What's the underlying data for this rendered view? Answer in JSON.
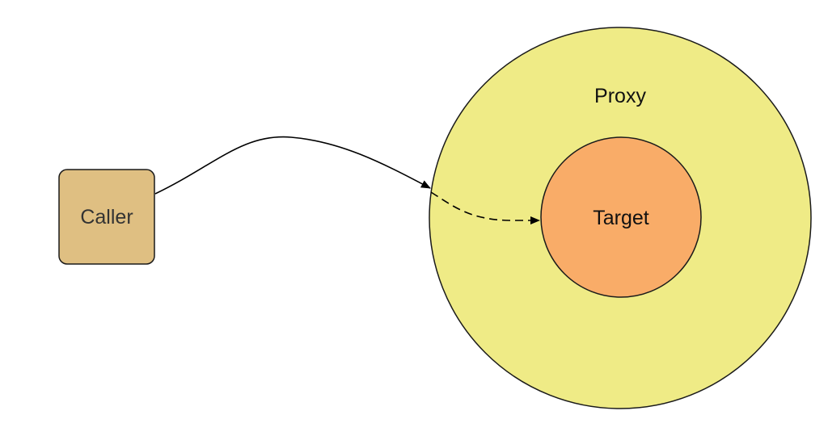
{
  "diagram": {
    "caller": {
      "label": "Caller",
      "fill": "#DFBF82",
      "stroke": "#1a1a1a"
    },
    "proxy": {
      "label": "Proxy",
      "fill": "#EFEB86",
      "stroke": "#1a1a1a"
    },
    "target": {
      "label": "Target",
      "fill": "#F9AC68",
      "stroke": "#1a1a1a"
    },
    "edges": {
      "caller_to_proxy": {
        "style": "solid",
        "arrow": "filled-triangle"
      },
      "proxy_to_target": {
        "style": "dashed",
        "arrow": "filled-triangle"
      }
    }
  }
}
